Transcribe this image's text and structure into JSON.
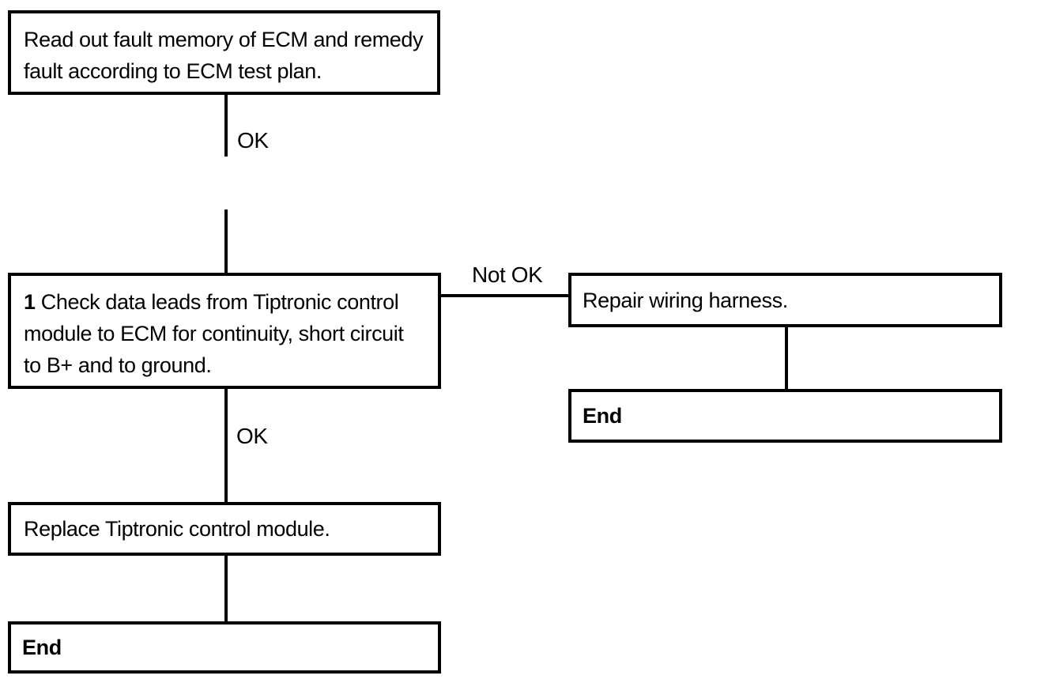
{
  "diagram": {
    "type": "flowchart",
    "colors": {
      "line": "#000000",
      "background": "#ffffff",
      "text": "#000000"
    },
    "nodes": {
      "read_fault_memory": {
        "lines": {
          "0": "Read out fault memory of ECM and remedy",
          "1": "fault according to ECM test plan."
        },
        "full_text": "Read out fault memory of ECM and remedy fault according to ECM test plan."
      },
      "check_data_leads": {
        "step_number": "1",
        "lines": {
          "0": "Check data leads from Tiptronic control",
          "1": "module to ECM for continuity, short circuit",
          "2": "to B+ and to ground."
        },
        "full_text": "1 Check data leads from Tiptronic control module to ECM for continuity, short circuit to B+ and to ground."
      },
      "repair_wiring_harness": {
        "text": "Repair wiring harness."
      },
      "end_right": {
        "text": "End"
      },
      "replace_control_module": {
        "text": "Replace Tiptronic control module."
      },
      "end_left": {
        "text": "End"
      }
    },
    "edge_labels": {
      "ok_top": "OK",
      "not_ok": "Not OK",
      "ok_bottom": "OK"
    }
  }
}
